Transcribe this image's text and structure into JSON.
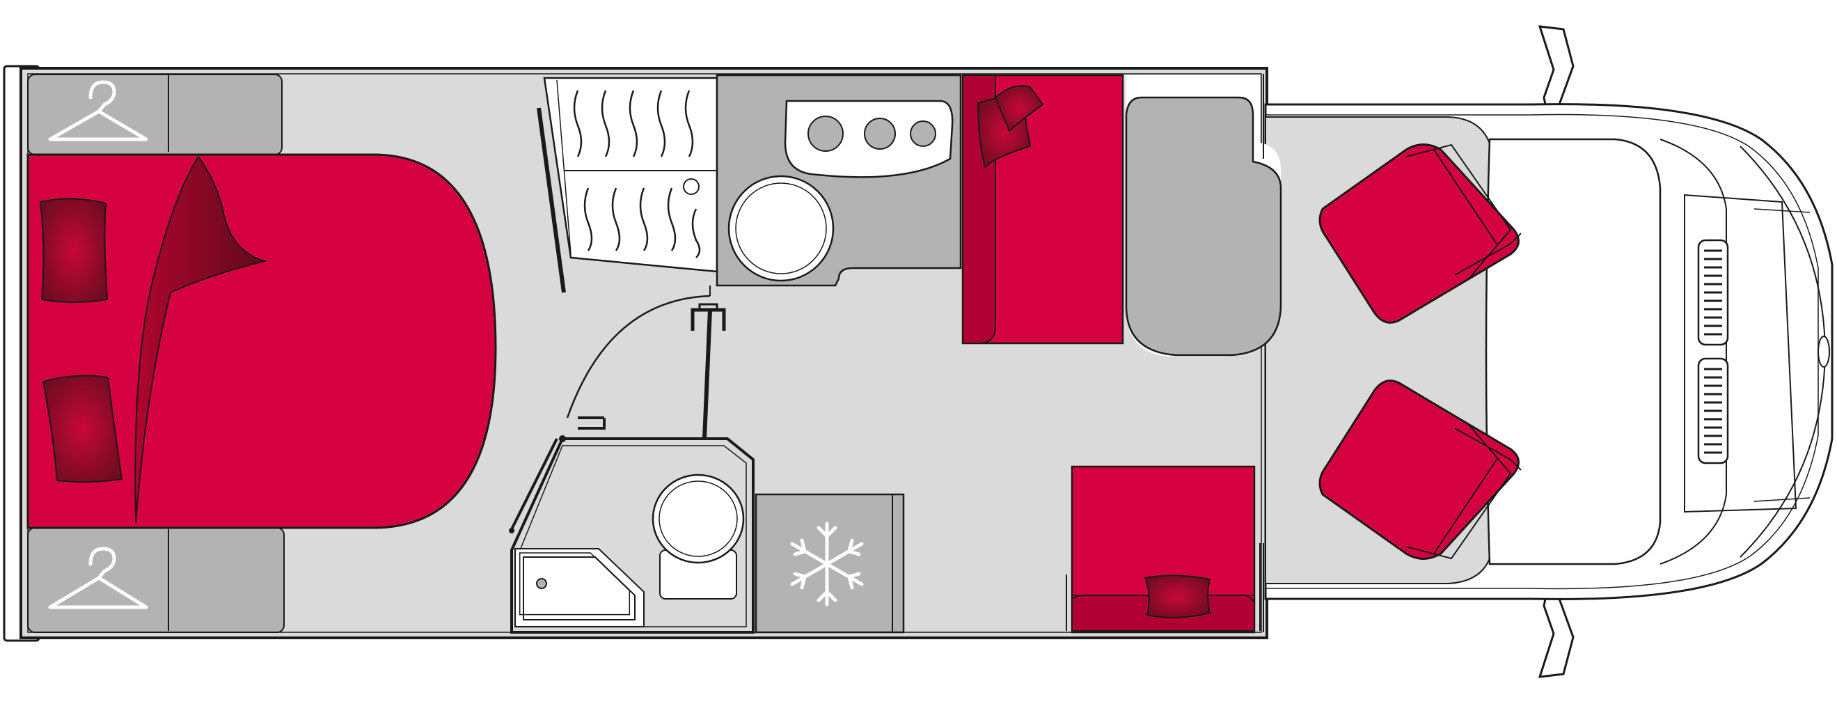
{
  "diagram": {
    "type": "motorhome-floor-plan",
    "orientation": "cab-right",
    "colors": {
      "background": "#ffffff",
      "floor": "#dadada",
      "cabinet": "#b3b3b3",
      "upholstery": "#d5003f",
      "upholstery_dark": "#7a0e24",
      "outline": "#1a1a1a"
    },
    "zones": [
      {
        "name": "rear-island-bed",
        "icon": "bed"
      },
      {
        "name": "wardrobe-top",
        "icon": "hanger-icon"
      },
      {
        "name": "wardrobe-bottom",
        "icon": "hanger-icon"
      },
      {
        "name": "washbasin-cabinet"
      },
      {
        "name": "kitchen",
        "features": [
          "hob-3-burners",
          "round-sink"
        ]
      },
      {
        "name": "washroom",
        "features": [
          "toilet",
          "shower-tray"
        ]
      },
      {
        "name": "fridge",
        "icon": "snowflake-icon"
      },
      {
        "name": "dinette-bench-rear-facing",
        "features": [
          "cushion"
        ]
      },
      {
        "name": "dinette-table"
      },
      {
        "name": "side-bench",
        "features": [
          "cushion"
        ]
      },
      {
        "name": "swivel-cab-seats",
        "count": 2
      },
      {
        "name": "cab-with-mirrors"
      }
    ]
  }
}
